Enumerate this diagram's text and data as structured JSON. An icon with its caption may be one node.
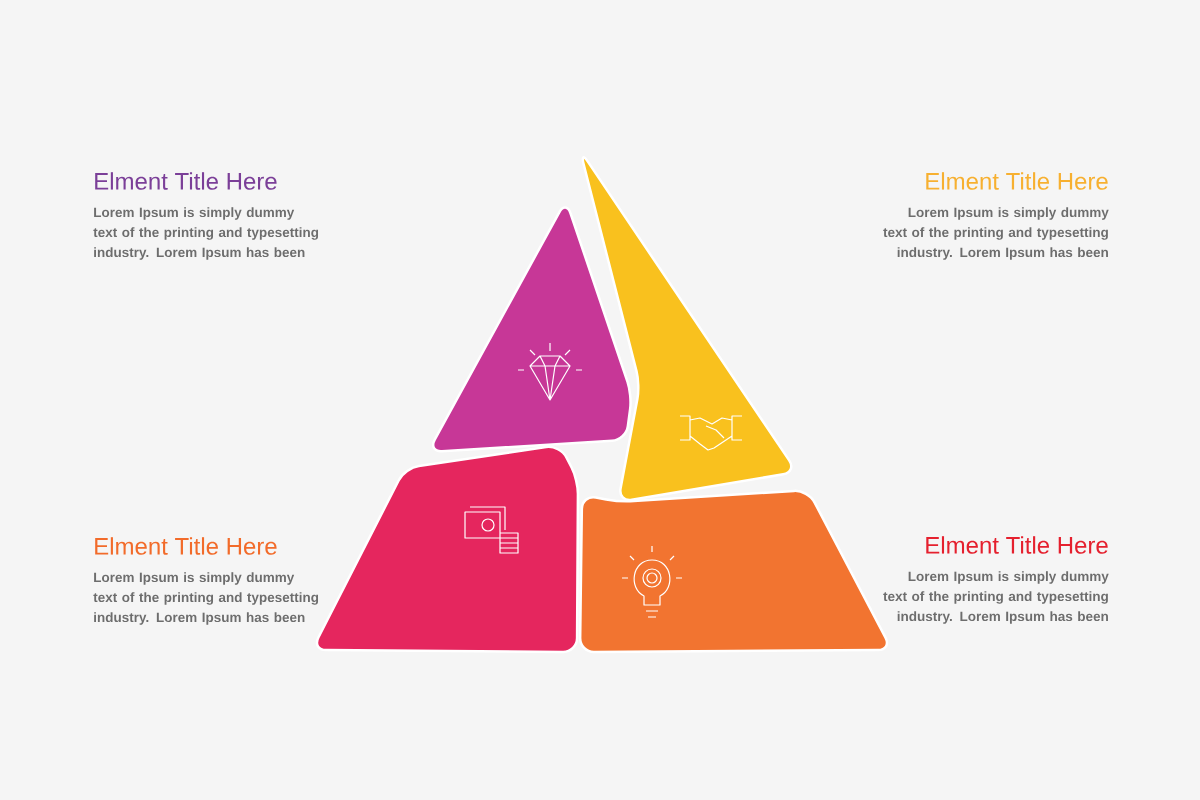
{
  "diagram": {
    "labels": [
      "Elment Title Here",
      "Lorem Ipsum is simply dummy text of the printing and typesetting industry. Lorem Ipsum has been",
      "Elment Title Here",
      "Lorem Ipsum is simply dummy text of the printing and typesetting industry. Lorem Ipsum has been",
      "Elment Title Here",
      "Lorem Ipsum is simply dummy text of the printing and typesetting industry. Lorem Ipsum has been",
      "Elment Title Here",
      "Lorem Ipsum is simply dummy text of the printing and typesetting industry. Lorem Ipsum has been"
    ]
  }
}
